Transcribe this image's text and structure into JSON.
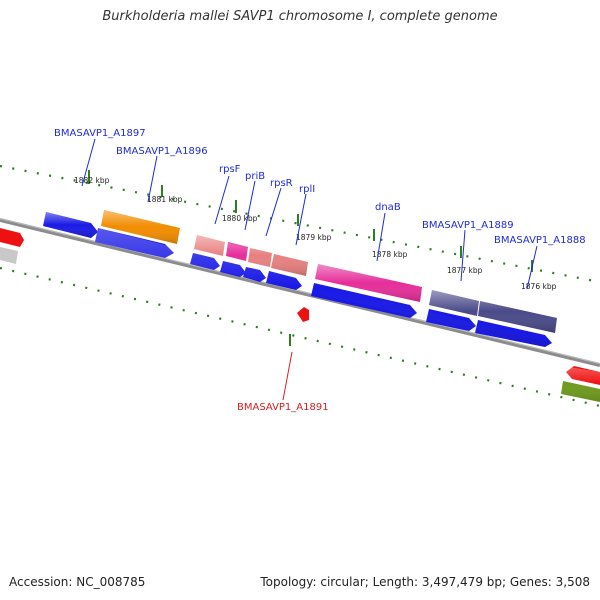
{
  "title": "Burkholderia mallei SAVP1 chromosome I, complete genome",
  "footer": {
    "accession": "Accession: NC_008785",
    "stats": "Topology: circular; Length: 3,497,479 bp; Genes: 3,508"
  },
  "colors": {
    "background": "#ffffff",
    "backbone": "#8c8c8c",
    "tick": "#2e7d1e",
    "label_blue": "#1f2bd6",
    "label_red": "#d41e1e",
    "cds_blue": "#1a1ae6",
    "orange": "#f28c00",
    "salmon": "#e88080",
    "magenta": "#e62e9a",
    "slate": "#4a4a8a",
    "red": "#ee1111",
    "olive": "#6f9a1f",
    "gray": "#c8c8c8"
  },
  "ticks": [
    {
      "label": "1882 kbp"
    },
    {
      "label": "1881 kbp"
    },
    {
      "label": "1880 kbp"
    },
    {
      "label": "1879 kbp"
    },
    {
      "label": "1878 kbp"
    },
    {
      "label": "1877 kbp"
    },
    {
      "label": "1876 kbp"
    }
  ],
  "gene_labels": [
    {
      "text": "BMASAVP1_A1897",
      "color": "blue"
    },
    {
      "text": "BMASAVP1_A1896",
      "color": "blue"
    },
    {
      "text": "rpsF",
      "color": "blue"
    },
    {
      "text": "priB",
      "color": "blue"
    },
    {
      "text": "rpsR",
      "color": "blue"
    },
    {
      "text": "rplI",
      "color": "blue"
    },
    {
      "text": "dnaB",
      "color": "blue"
    },
    {
      "text": "BMASAVP1_A1889",
      "color": "blue"
    },
    {
      "text": "BMASAVP1_A1888",
      "color": "blue"
    },
    {
      "text": "BMASAVP1_A1891",
      "color": "red"
    }
  ]
}
